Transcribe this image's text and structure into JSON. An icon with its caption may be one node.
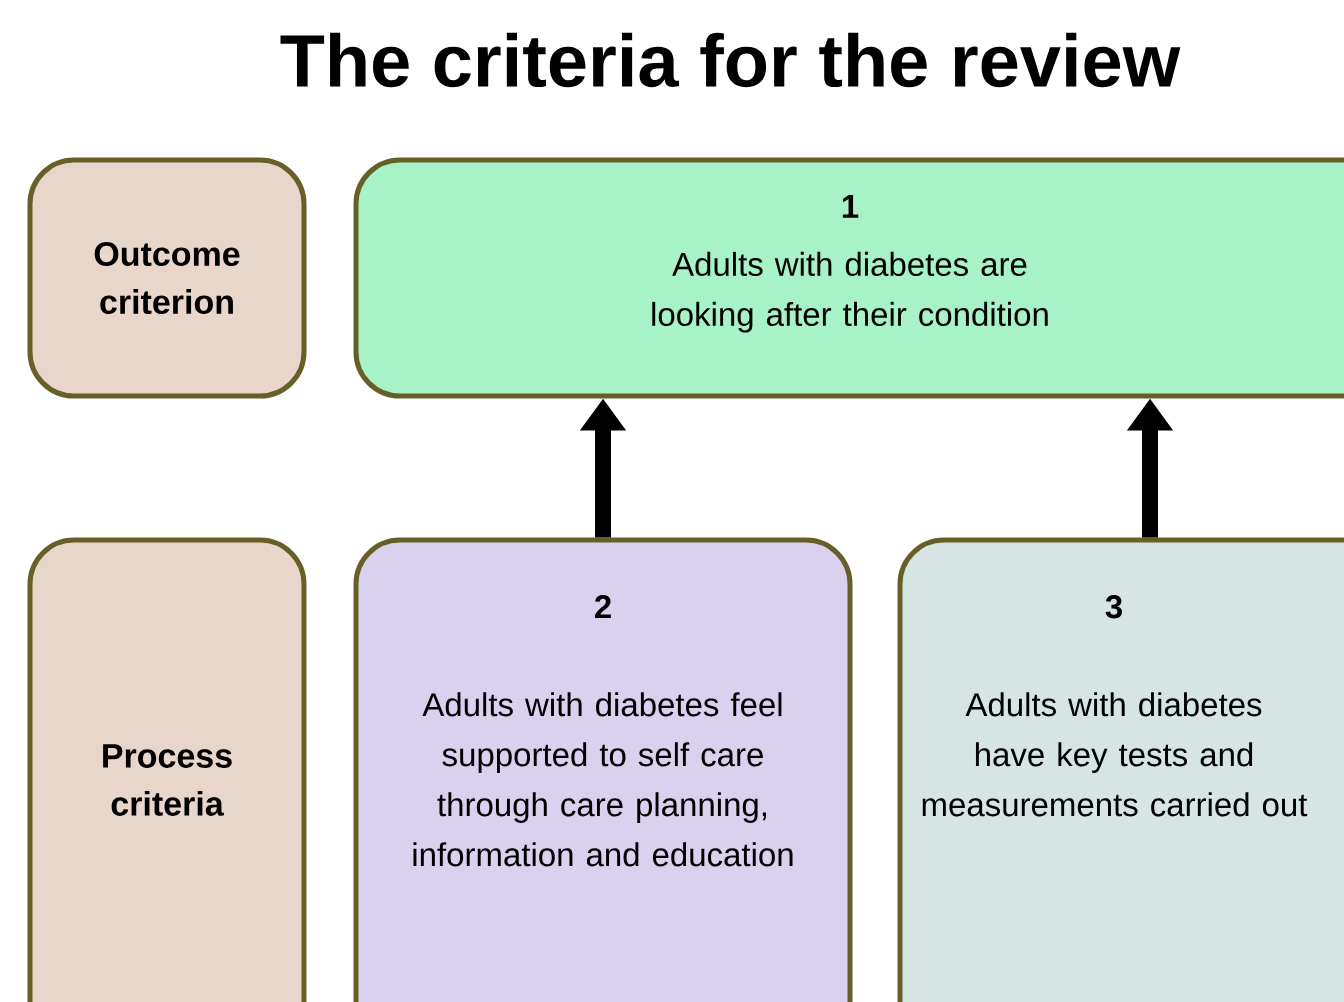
{
  "diagram": {
    "title": "The criteria for the review",
    "nodes": [
      {
        "text": [
          "Outcome criterion"
        ]
      },
      {
        "text": [
          "1",
          "Adults with diabetes are looking after their condition"
        ]
      },
      {
        "text": [
          "Process criteria"
        ]
      },
      {
        "text": [
          "2",
          "Adults with diabetes feel supported to self care through care planning, information and education"
        ]
      },
      {
        "text": [
          "3",
          "Adults with diabetes have key tests and measurements carried out"
        ]
      }
    ],
    "edges": [
      {
        "from": 3,
        "to": 1,
        "arrow": "to"
      },
      {
        "from": 4,
        "to": 1,
        "arrow": "to"
      }
    ]
  }
}
